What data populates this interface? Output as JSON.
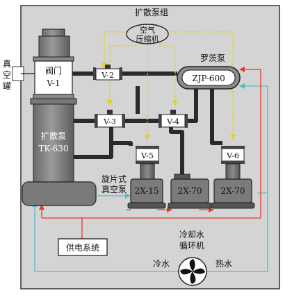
{
  "title": "扩散泵组",
  "air_compressor": {
    "line1": "空气",
    "line2": "压缩机"
  },
  "roots_pump": {
    "label": "罗茨泵",
    "model": "ZJP-600"
  },
  "main_valve": {
    "line1": "阀门",
    "line2": "V-1"
  },
  "vacuum_tank": {
    "c1": "真",
    "c2": "空",
    "c3": "罐"
  },
  "diffusion_pump": {
    "line1": "扩散泵",
    "line2": "TK-630"
  },
  "valves": {
    "v2": "V-2",
    "v3": "V-3",
    "v4": "V-4",
    "v5": "V-5",
    "v6": "V-6"
  },
  "rotary_pumps": {
    "label_line1": "旋片式",
    "label_line2": "真空泵",
    "p1": "2X-15",
    "p2": "2X-70",
    "p3": "2X-70"
  },
  "power_supply": "供电系统",
  "chiller": {
    "line1": "冷却水",
    "line2": "循环机",
    "cold": "冷水",
    "hot": "热水"
  },
  "colors": {
    "panel": "#d4d4d4",
    "pipe": "#2a2a2a",
    "air_line": "#e2d21a",
    "cooling_line": "#5cb8c8",
    "power_line": "#e03a2a",
    "equipment": "#7b7b7b"
  }
}
